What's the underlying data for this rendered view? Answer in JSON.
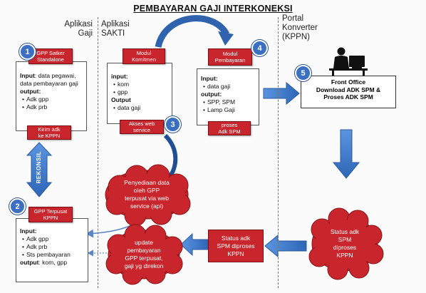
{
  "title": "PEMBAYARAN GAJI INTERKONEKSI",
  "columns": {
    "gaji": [
      "Aplikasi",
      "Gaji"
    ],
    "sakti": [
      "Aplikasi",
      "SAKTI"
    ],
    "portal": [
      "Portal",
      "Konverter",
      "(KPPN)"
    ]
  },
  "badges": [
    "1",
    "2",
    "3",
    "4",
    "5"
  ],
  "boxes": {
    "gpp_satker": {
      "header": [
        "GPP Satker",
        "Standalone"
      ],
      "input_label": "Input",
      "input_text": ": data pegawai, data pembayaran gaji",
      "output_label": "output",
      "output_suffix": ":",
      "output_items": [
        "Adk gpp",
        "Adk prb"
      ],
      "footer": [
        "Kirim adk",
        "ke KPPN"
      ]
    },
    "gpp_terpusat": {
      "header": [
        "GPP Terpusat",
        "KPPN"
      ],
      "input_label": "Input",
      "input_suffix": ":",
      "input_items": [
        "Adk gpp",
        "Adk prb",
        "Sts pembayaran"
      ],
      "output_label": "output",
      "output_text": ": kom, gpp"
    },
    "modul_komitmen": {
      "header": [
        "Modul",
        "Komitmen"
      ],
      "input_label": "input",
      "input_suffix": ":",
      "input_items": [
        "kom",
        "gpp"
      ],
      "output_label": "Output",
      "output_items": [
        "data gaji"
      ],
      "footer": [
        "Akses web",
        "service"
      ]
    },
    "modul_pembayaran": {
      "header": [
        "Modul",
        "Pembayaran"
      ],
      "input_label": "Input",
      "input_suffix": ":",
      "input_items": [
        "data gaji"
      ],
      "output_label": "output",
      "output_suffix": ":",
      "output_items": [
        "SPP, SPM",
        "Lamp Gaji"
      ],
      "footer": [
        "proses",
        "Adk SPM"
      ]
    },
    "front_office": {
      "lines": [
        "Front Office",
        "Download ADK SPM &",
        "Proses ADK SPM"
      ]
    }
  },
  "rekonsil": "REKONSIL",
  "clouds": {
    "penyediaan": [
      "Penyediaan data",
      "oleh GPP",
      "terpusat via web",
      "service (api)"
    ],
    "update": [
      "update",
      "pembayaran",
      "GPP terpusat,",
      "gaji yg direkon"
    ],
    "status_kppn": [
      "Status adk",
      "SPM",
      "diproses",
      "KPPN"
    ]
  },
  "status_box": [
    "Status adk",
    "SPM diproses",
    "KPPN"
  ],
  "colors": {
    "accent_blue": "#3a7bd5",
    "accent_red": "#c8262c",
    "badge_blue": "#3a6fc2"
  },
  "icons": [
    "user-at-computer-icon"
  ]
}
